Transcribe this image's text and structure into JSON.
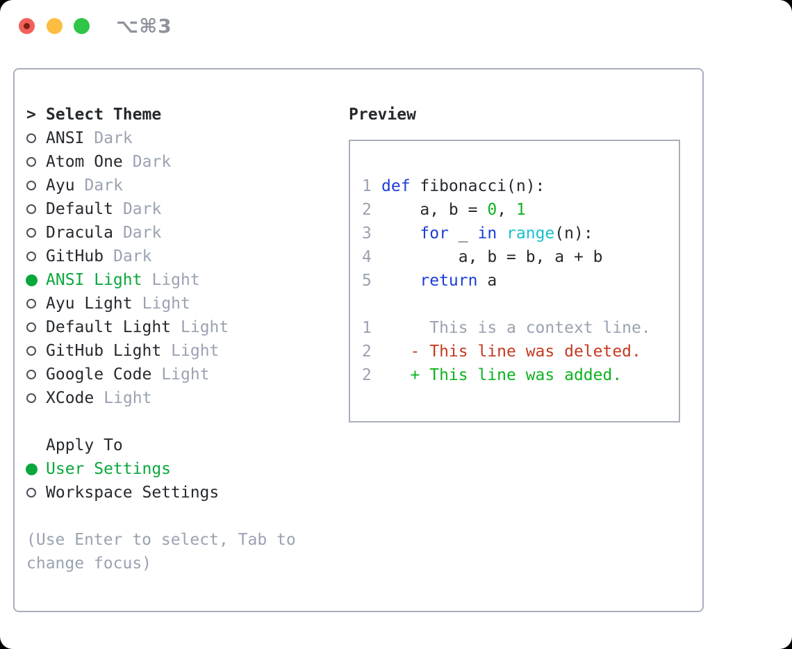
{
  "window": {
    "title_shortcut": "⌥⌘3",
    "traffic_lights": [
      "close",
      "minimize",
      "zoom"
    ]
  },
  "colors": {
    "text": "#26292e",
    "muted": "#9aa2b1",
    "border": "#a8aebb",
    "ui_green": "#0aa73c",
    "code_green": "#0db31f",
    "red": "#c43a20",
    "blue": "#1c3dd4",
    "cyan": "#19c2cc",
    "title_gray": "#8e939c",
    "traffic_red": "#f2605a",
    "traffic_yellow": "#fcbd40",
    "traffic_green": "#2fc548"
  },
  "theme_panel": {
    "header": {
      "prefix": ">",
      "label": "Select Theme"
    },
    "themes": [
      {
        "name": "ANSI",
        "variant": "Dark",
        "selected": false
      },
      {
        "name": "Atom One",
        "variant": "Dark",
        "selected": false
      },
      {
        "name": "Ayu",
        "variant": "Dark",
        "selected": false
      },
      {
        "name": "Default",
        "variant": "Dark",
        "selected": false
      },
      {
        "name": "Dracula",
        "variant": "Dark",
        "selected": false
      },
      {
        "name": "GitHub",
        "variant": "Dark",
        "selected": false
      },
      {
        "name": "ANSI Light",
        "variant": "Light",
        "selected": true
      },
      {
        "name": "Ayu Light",
        "variant": "Light",
        "selected": false
      },
      {
        "name": "Default Light",
        "variant": "Light",
        "selected": false
      },
      {
        "name": "GitHub Light",
        "variant": "Light",
        "selected": false
      },
      {
        "name": "Google Code",
        "variant": "Light",
        "selected": false
      },
      {
        "name": "XCode",
        "variant": "Light",
        "selected": false
      }
    ],
    "apply_to": {
      "label": "Apply To",
      "options": [
        {
          "label": "User Settings",
          "selected": true
        },
        {
          "label": "Workspace Settings",
          "selected": false
        }
      ]
    },
    "hint": "(Use Enter to select, Tab to change focus)"
  },
  "preview": {
    "label": "Preview",
    "lines": [
      {
        "number": "1",
        "segments": [
          {
            "t": "def",
            "c": "blue"
          },
          {
            "t": " fibonacci(n):",
            "c": "dark"
          }
        ]
      },
      {
        "number": "2",
        "segments": [
          {
            "t": "    a, b = ",
            "c": "dark"
          },
          {
            "t": "0",
            "c": "green"
          },
          {
            "t": ", ",
            "c": "dark"
          },
          {
            "t": "1",
            "c": "green"
          }
        ]
      },
      {
        "number": "3",
        "segments": [
          {
            "t": "    ",
            "c": "dark"
          },
          {
            "t": "for",
            "c": "blue"
          },
          {
            "t": " _ ",
            "c": "dark"
          },
          {
            "t": "in",
            "c": "blue"
          },
          {
            "t": " ",
            "c": "dark"
          },
          {
            "t": "range",
            "c": "cyan"
          },
          {
            "t": "(n):",
            "c": "dark"
          }
        ]
      },
      {
        "number": "4",
        "segments": [
          {
            "t": "        a, b = b, a + b",
            "c": "dark"
          }
        ]
      },
      {
        "number": "5",
        "segments": [
          {
            "t": "    ",
            "c": "dark"
          },
          {
            "t": "return",
            "c": "blue"
          },
          {
            "t": " a",
            "c": "dark"
          }
        ]
      },
      {
        "number": "",
        "segments": []
      },
      {
        "number": "1",
        "segments": [
          {
            "t": "     This is a context line.",
            "c": "gray"
          }
        ]
      },
      {
        "number": "2",
        "segments": [
          {
            "t": "   - This line was deleted.",
            "c": "red"
          }
        ]
      },
      {
        "number": "2",
        "segments": [
          {
            "t": "   + This line was added.",
            "c": "green"
          }
        ]
      }
    ]
  }
}
